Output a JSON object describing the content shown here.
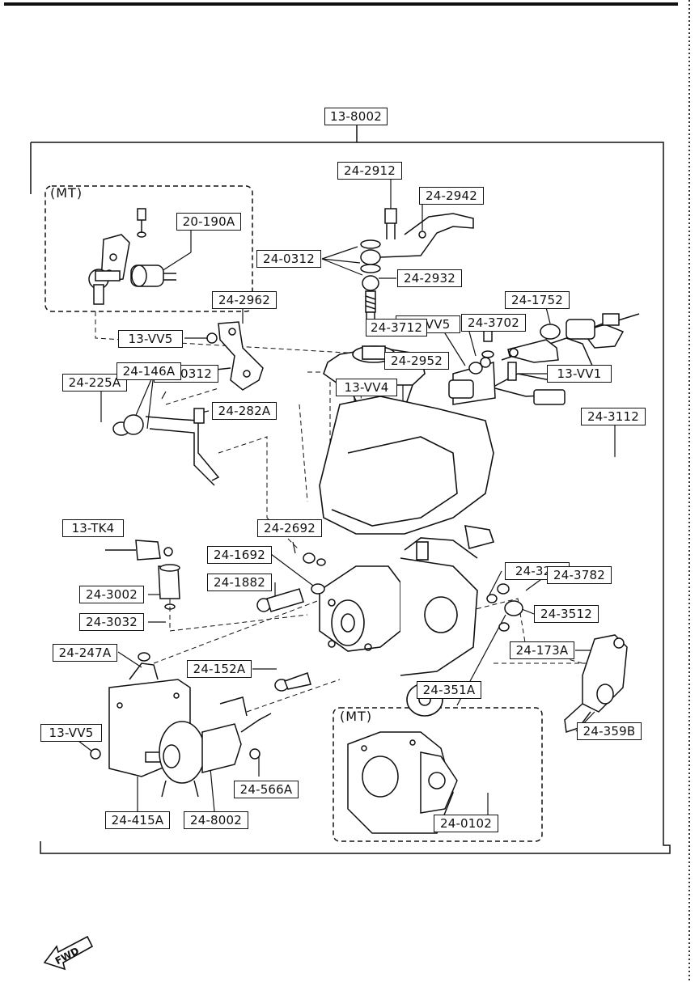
{
  "header_callout": "13-8002",
  "mt_labels": [
    "(MT)",
    "(MT)"
  ],
  "fwd_label": "FWD",
  "callouts": {
    "c_24_2912": "24-2912",
    "c_24_2942": "24-2942",
    "c_24_0312_a": "24-0312",
    "c_24_2932": "24-2932",
    "c_20_190A": "20-190A",
    "c_13_VV5_a": "13-VV5",
    "c_24_2952": "24-2952",
    "c_13_VV4": "13-VV4",
    "c_24_225A": "24-225A",
    "c_24_0312_b": "24-0312",
    "c_24_282A": "24-282A",
    "c_24_2962": "24-2962",
    "c_13_VV5_b": "13-VV5",
    "c_24_146A": "24-146A",
    "c_24_3712": "24-3712",
    "c_24_3702": "24-3702",
    "c_24_1752": "24-1752",
    "c_24_3112": "24-3112",
    "c_13_VV1": "13-VV1",
    "c_13_TK4": "13-TK4",
    "c_24_2692": "24-2692",
    "c_24_1692": "24-1692",
    "c_24_1882": "24-1882",
    "c_24_3002": "24-3002",
    "c_24_3032": "24-3032",
    "c_24_328": "24-328",
    "c_24_3782": "24-3782",
    "c_24_3512": "24-3512",
    "c_24_247A": "24-247A",
    "c_24_152A": "24-152A",
    "c_24_351A": "24-351A",
    "c_24_173A": "24-173A",
    "c_24_359B": "24-359B",
    "c_13_VV5_c": "13-VV5",
    "c_24_566A": "24-566A",
    "c_24_415A": "24-415A",
    "c_24_8002": "24-8002",
    "c_24_0102": "24-0102"
  }
}
